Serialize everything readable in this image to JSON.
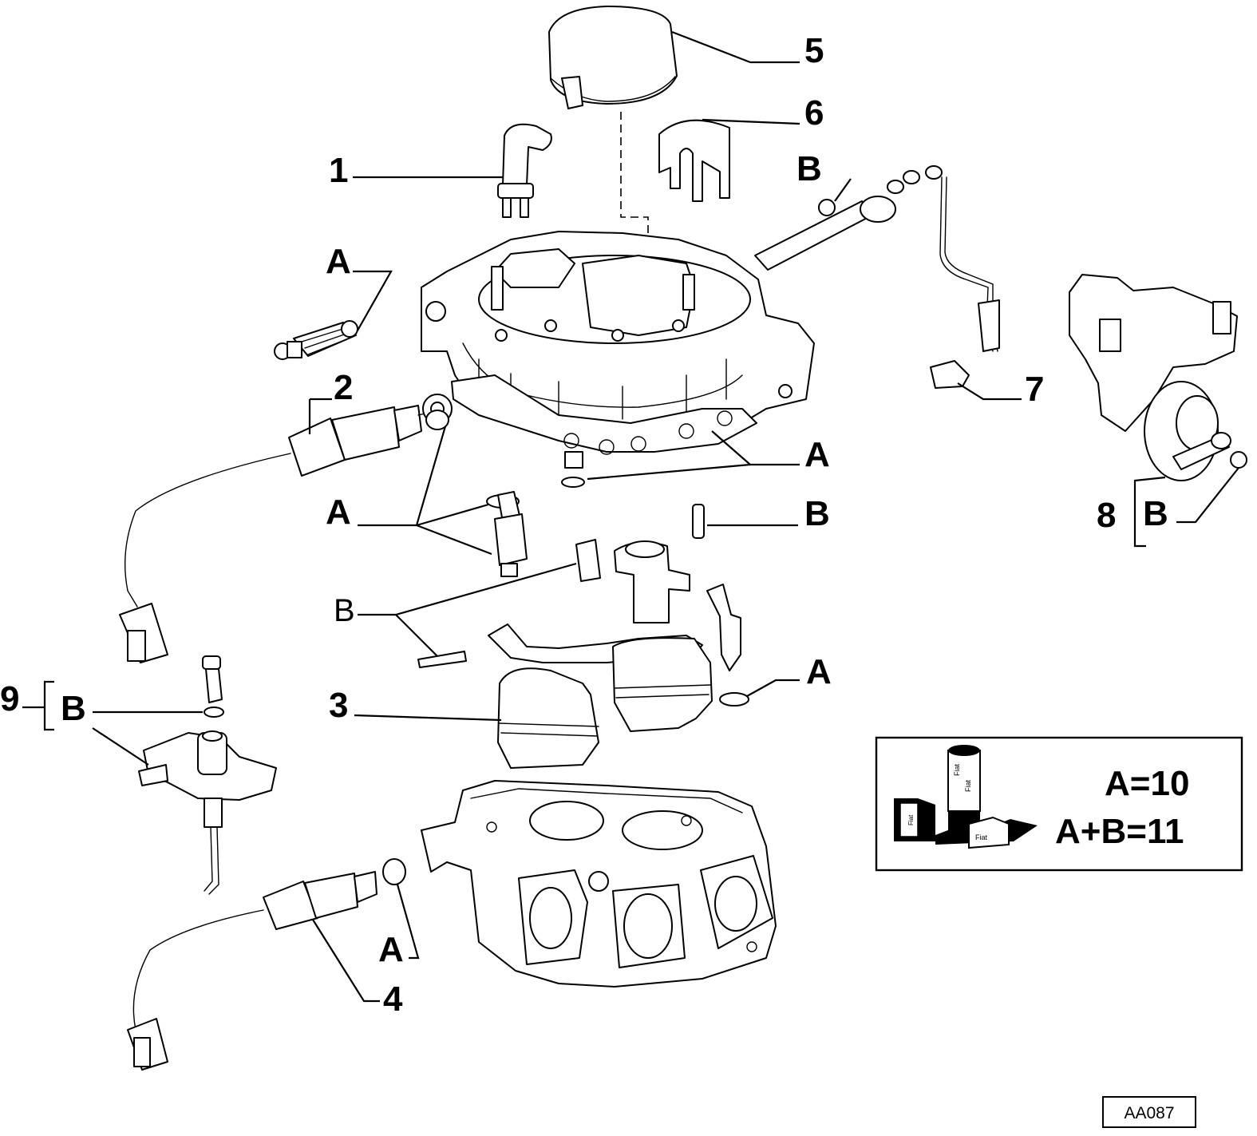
{
  "callouts": {
    "c1": "1",
    "c2": "2",
    "c3": "3",
    "c4": "4",
    "c5": "5",
    "c6": "6",
    "c7": "7",
    "c8": "8",
    "c9": "9",
    "a_filter": "A",
    "a_gasket": "A",
    "a_jets": "A",
    "a_float": "A",
    "a_jet4": "A",
    "b_nut": "B",
    "b_pin": "B",
    "b_multi": "B",
    "b_8": "B",
    "b_9": "B"
  },
  "legend": {
    "line1": "A=10",
    "line2": "A+B=11",
    "product_labels": [
      "Fiat",
      "Fiat",
      "Fiat",
      "Fiat"
    ],
    "product_icon": "fiat-lubricant-products-icon"
  },
  "figure_code": "AA087"
}
